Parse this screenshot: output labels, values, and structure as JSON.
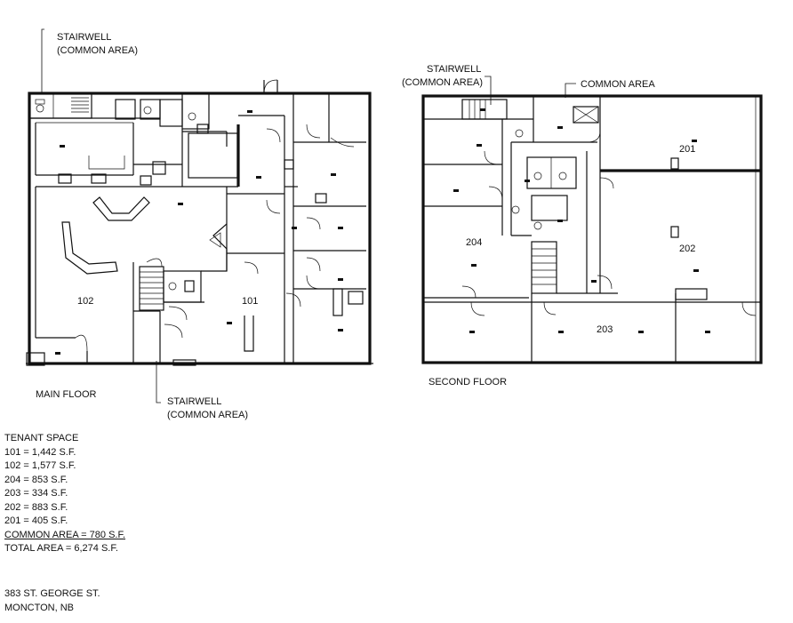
{
  "labels": {
    "stairwell_top_left": [
      "STAIRWELL",
      "(COMMON AREA)"
    ],
    "stairwell_top_right": [
      "STAIRWELL",
      "(COMMON AREA)"
    ],
    "common_area_top": "COMMON AREA",
    "stairwell_bottom": [
      "STAIRWELL",
      "(COMMON AREA)"
    ],
    "main_floor": "MAIN FLOOR",
    "second_floor": "SECOND FLOOR"
  },
  "units": {
    "u101": "101",
    "u102": "102",
    "u201": "201",
    "u202": "202",
    "u203": "203",
    "u204": "204"
  },
  "tenant_space": {
    "heading": "TENANT SPACE",
    "rows": [
      "101 = 1,442 S.F.",
      "102 = 1,577 S.F.",
      "204 = 853 S.F.",
      "203 = 334 S.F.",
      "202 = 883 S.F.",
      "201 = 405 S.F."
    ],
    "common": "COMMON AREA = 780 S.F.",
    "total": "TOTAL AREA = 6,274 S.F."
  },
  "address": {
    "line1": "383 ST. GEORGE ST.",
    "line2": "MONCTON, NB"
  }
}
